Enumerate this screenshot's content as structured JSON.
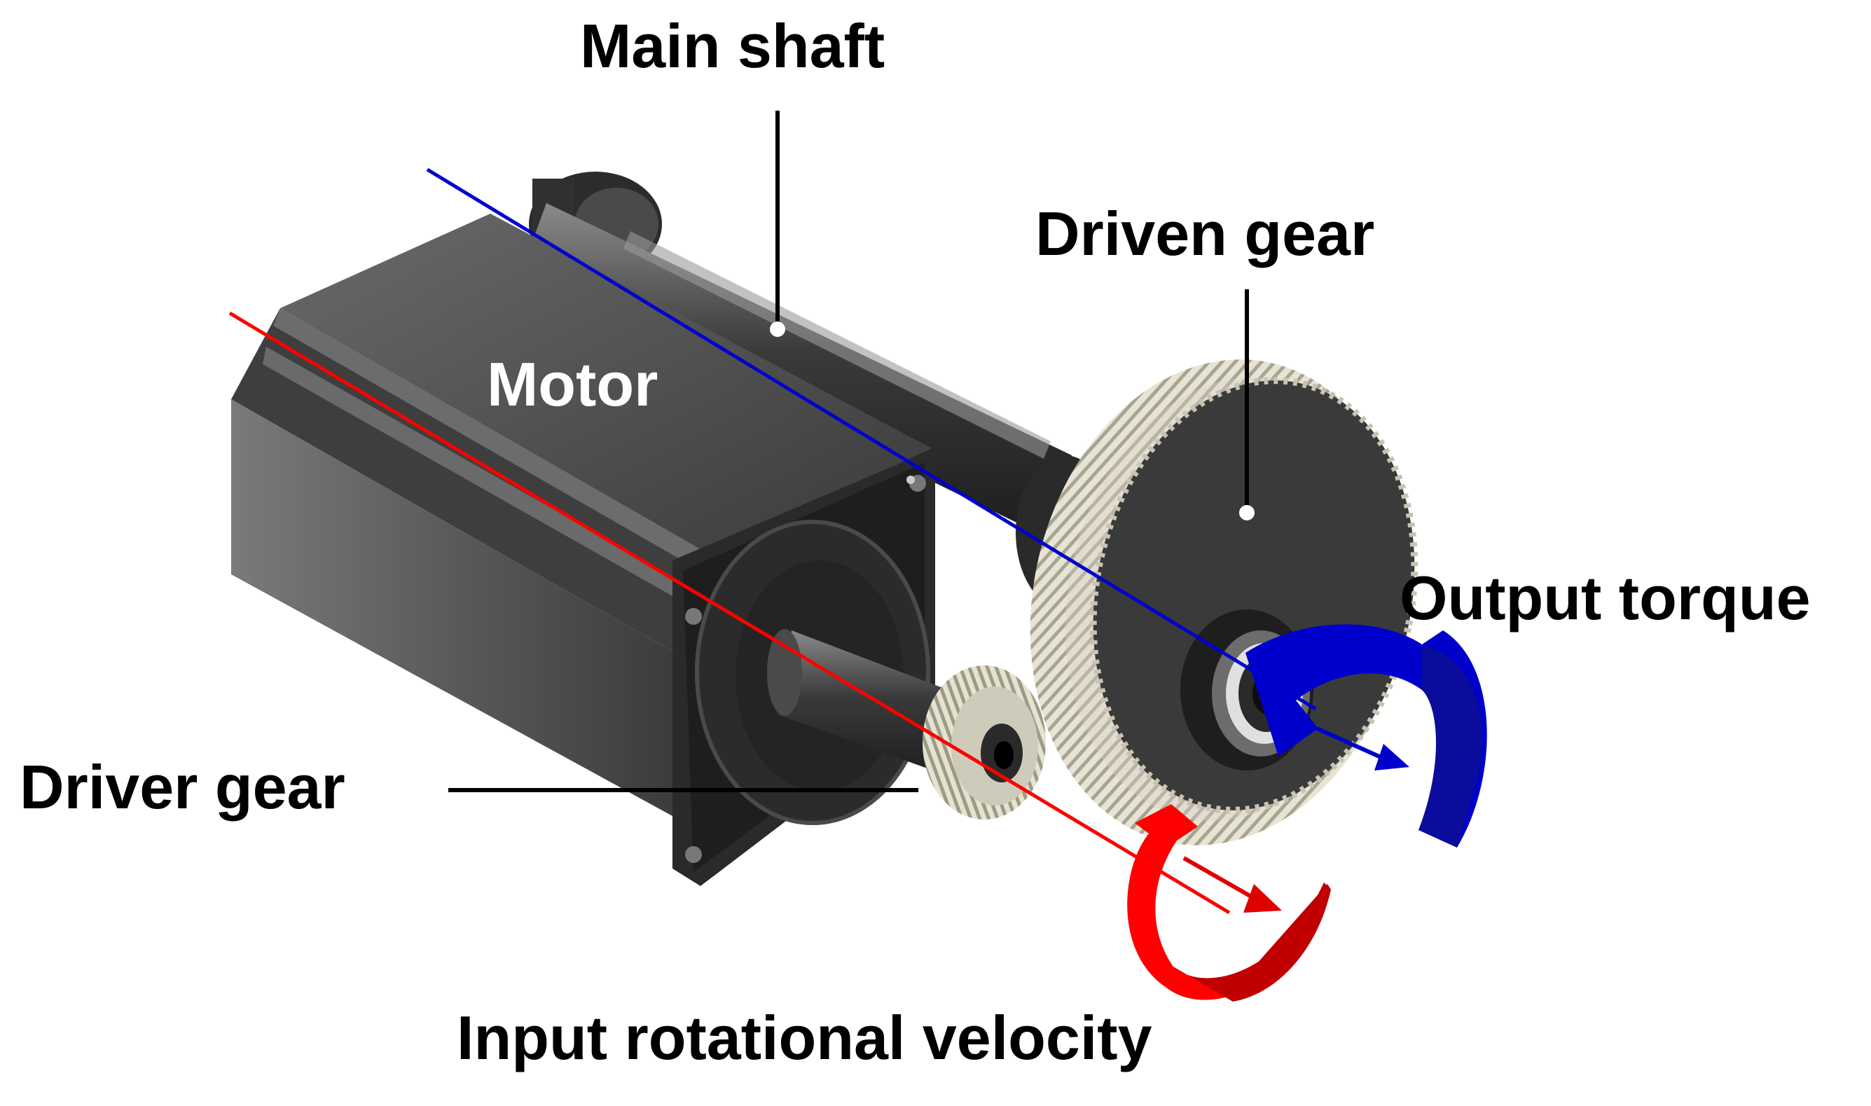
{
  "labels": {
    "main_shaft": "Main shaft",
    "driven_gear": "Driven gear",
    "motor": "Motor",
    "output_torque": "Output torque",
    "driver_gear": "Driver gear",
    "input_velocity": "Input rotational velocity"
  },
  "colors": {
    "background": "#ffffff",
    "motor_body": "#4a4a4a",
    "gear_teeth": "#d8d4c4",
    "input_axis": "#ff0000",
    "output_axis": "#0000cc",
    "input_arrow": "#e00000",
    "output_arrow": "#0000cc",
    "leader_line": "#000000"
  }
}
